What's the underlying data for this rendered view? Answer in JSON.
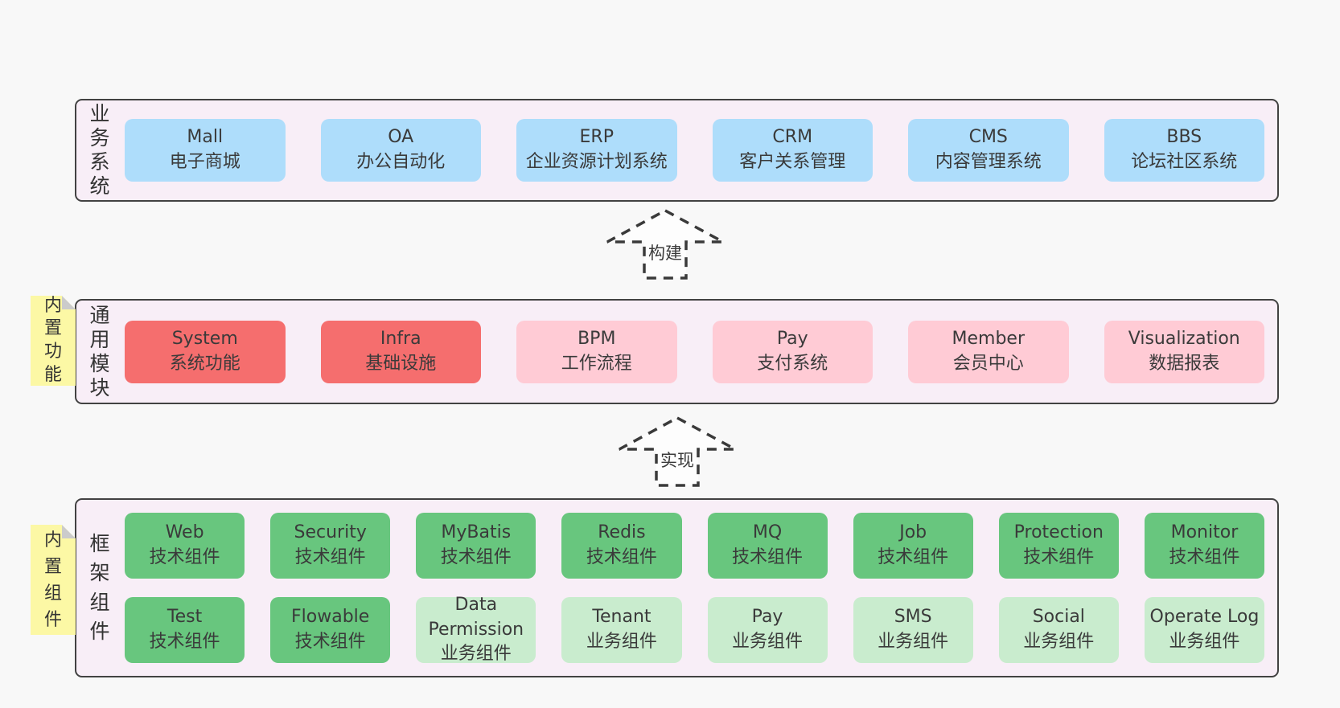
{
  "colors": {
    "page_bg": "#f8f8f8",
    "band_bg": "#f8eef7",
    "band_border": "#424242",
    "blue_box": "#aeddfb",
    "red_box": "#f56e6e",
    "pink_box": "#ffcbd5",
    "green_box": "#68c67e",
    "light_green_box": "#c9ecce",
    "sticky_bg": "#fcf8a5",
    "text": "#3a3a3a"
  },
  "arrows": [
    {
      "label": "构建"
    },
    {
      "label": "实现"
    }
  ],
  "stickies": [
    {
      "label": "内置功能"
    },
    {
      "label": "内置组件"
    }
  ],
  "bands": [
    {
      "label": "业务系统",
      "boxes": [
        {
          "name": "Mall",
          "subtitle": "电子商城"
        },
        {
          "name": "OA",
          "subtitle": "办公自动化"
        },
        {
          "name": "ERP",
          "subtitle": "企业资源计划系统"
        },
        {
          "name": "CRM",
          "subtitle": "客户关系管理"
        },
        {
          "name": "CMS",
          "subtitle": "内容管理系统"
        },
        {
          "name": "BBS",
          "subtitle": "论坛社区系统"
        }
      ]
    },
    {
      "label": "通用模块",
      "boxes": [
        {
          "name": "System",
          "subtitle": "系统功能"
        },
        {
          "name": "Infra",
          "subtitle": "基础设施"
        },
        {
          "name": "BPM",
          "subtitle": "工作流程"
        },
        {
          "name": "Pay",
          "subtitle": "支付系统"
        },
        {
          "name": "Member",
          "subtitle": "会员中心"
        },
        {
          "name": "Visualization",
          "subtitle": "数据报表"
        }
      ]
    },
    {
      "label": "框架组件",
      "rows": [
        [
          {
            "name": "Web",
            "subtitle": "技术组件"
          },
          {
            "name": "Security",
            "subtitle": "技术组件"
          },
          {
            "name": "MyBatis",
            "subtitle": "技术组件"
          },
          {
            "name": "Redis",
            "subtitle": "技术组件"
          },
          {
            "name": "MQ",
            "subtitle": "技术组件"
          },
          {
            "name": "Job",
            "subtitle": "技术组件"
          },
          {
            "name": "Protection",
            "subtitle": "技术组件"
          },
          {
            "name": "Monitor",
            "subtitle": "技术组件"
          }
        ],
        [
          {
            "name": "Test",
            "subtitle": "技术组件"
          },
          {
            "name": "Flowable",
            "subtitle": "技术组件"
          },
          {
            "name": "Data Permission",
            "subtitle": "业务组件"
          },
          {
            "name": "Tenant",
            "subtitle": "业务组件"
          },
          {
            "name": "Pay",
            "subtitle": "业务组件"
          },
          {
            "name": "SMS",
            "subtitle": "业务组件"
          },
          {
            "name": "Social",
            "subtitle": "业务组件"
          },
          {
            "name": "Operate Log",
            "subtitle": "业务组件"
          }
        ]
      ]
    }
  ]
}
